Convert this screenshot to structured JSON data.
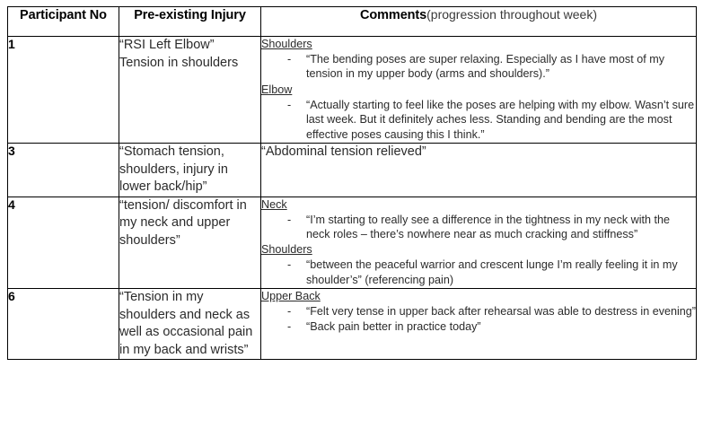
{
  "table": {
    "columns": [
      {
        "id": "participant_no",
        "label": "Participant No",
        "note": ""
      },
      {
        "id": "pre_existing_injury",
        "label": "Pre-existing Injury",
        "note": ""
      },
      {
        "id": "comments",
        "label": "Comments",
        "note": "(progression throughout week)"
      }
    ],
    "rows": [
      {
        "participant_no": "1",
        "pre_existing_injury": "“RSI Left Elbow” Tension in shoulders",
        "comments_blocks": [
          {
            "heading": "Shoulders",
            "items": [
              "“The bending poses are super relaxing. Especially as I have most of my tension in my upper body (arms and shoulders).”"
            ]
          },
          {
            "heading": "Elbow",
            "items": [
              "“Actually starting to feel like the poses are helping with my elbow. Wasn’t sure last week. But it definitely aches less. Standing and bending are the most effective poses causing this I think.”"
            ]
          }
        ]
      },
      {
        "participant_no": "3",
        "pre_existing_injury": "“Stomach tension, shoulders, injury in lower back/hip”",
        "comments_plain": "“Abdominal tension relieved”",
        "comments_blocks": []
      },
      {
        "participant_no": "4",
        "pre_existing_injury": "“tension/ discomfort in my neck and upper shoulders”",
        "comments_blocks": [
          {
            "heading": "Neck",
            "items": [
              "“I’m starting to really see a difference in the tightness in my neck with the neck roles – there’s nowhere near as much cracking and stiffness”"
            ]
          },
          {
            "heading": "Shoulders",
            "items": [
              "“between the peaceful warrior and crescent lunge I’m really feeling it in my shoulder’s” (referencing pain)"
            ]
          }
        ]
      },
      {
        "participant_no": "6",
        "pre_existing_injury": "“Tension in my shoulders and neck as well as occasional pain in my back and wrists”",
        "comments_blocks": [
          {
            "heading": "Upper Back",
            "items": [
              "“Felt very tense in upper back after rehearsal was able to destress in evening”",
              "“Back pain better in practice today”"
            ]
          }
        ]
      }
    ]
  },
  "style": {
    "border_color": "#000000",
    "text_color": "#2b2b2b",
    "background": "#ffffff"
  }
}
